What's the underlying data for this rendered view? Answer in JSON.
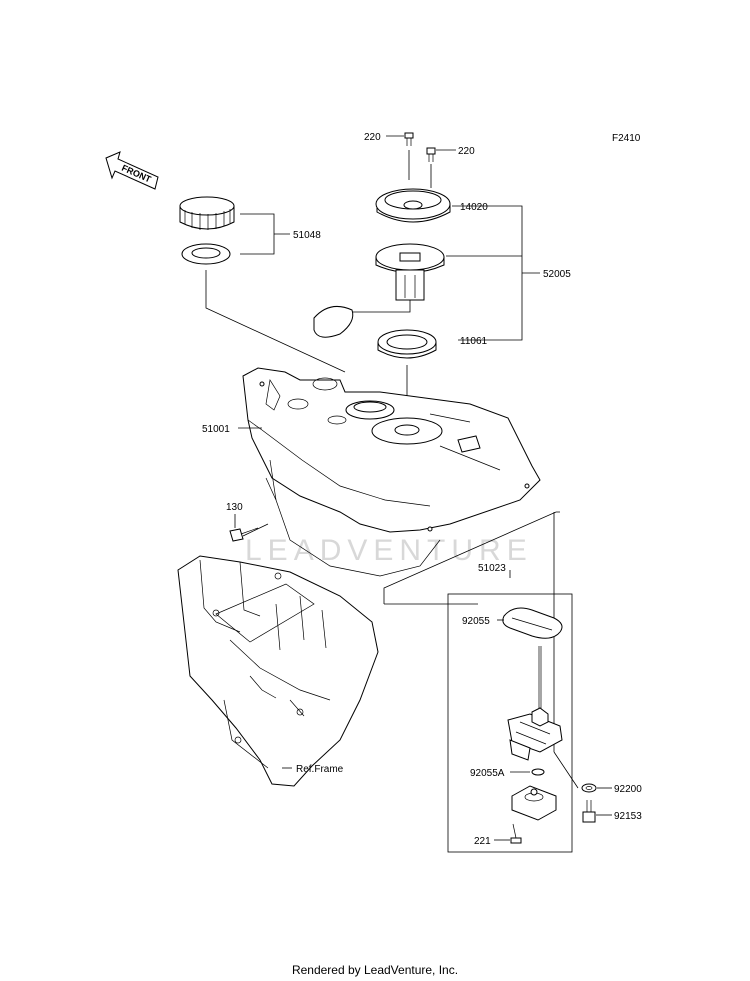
{
  "figure_code": "F2410",
  "front_label": "FRONT",
  "watermark": "LEADVENTURE",
  "footer": "Rendered by LeadVenture, Inc.",
  "frame_ref": "Ref.Frame",
  "parts": {
    "p220a": "220",
    "p220b": "220",
    "p14020": "14020",
    "p51048": "51048",
    "p52005": "52005",
    "p11061": "11061",
    "p51001": "51001",
    "p130": "130",
    "p51023": "51023",
    "p92055": "92055",
    "p92055A": "92055A",
    "p92200": "92200",
    "p92153": "92153",
    "p221": "221"
  }
}
